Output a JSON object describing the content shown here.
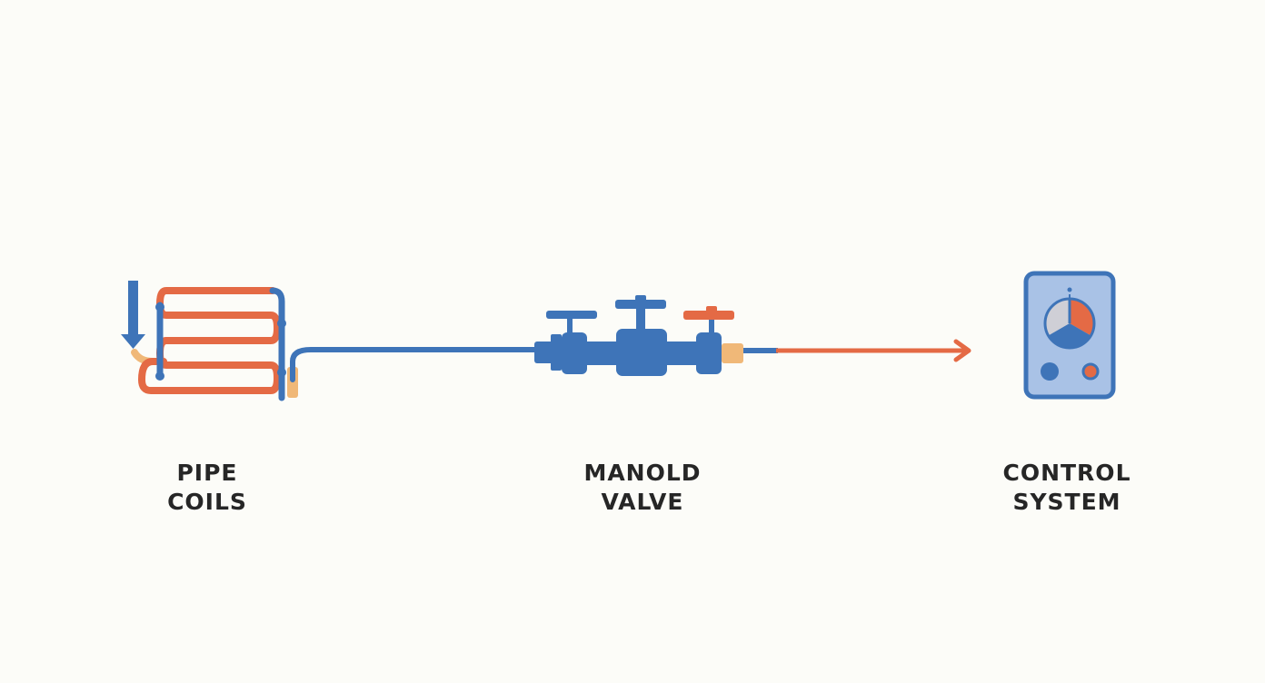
{
  "components": [
    {
      "id": "pipe-coils",
      "line1": "PIPE",
      "line2": "COILS"
    },
    {
      "id": "manifold-valve",
      "line1": "MANOLD",
      "line2": "VALVE"
    },
    {
      "id": "control-system",
      "line1": "CONTROL",
      "line2": "SYSTEM"
    }
  ],
  "colors": {
    "background": "#fcfcf8",
    "blue": "#3e74b8",
    "orange": "#e46a45",
    "tan": "#f0b878",
    "panel": "#a9c2e6",
    "gauge_gray": "#cfcfd6",
    "text": "#262626"
  },
  "icons": [
    "down-arrow-icon",
    "pipe-coils-icon",
    "manifold-valve-icon",
    "flow-arrow-icon",
    "control-panel-icon",
    "gauge-icon"
  ]
}
